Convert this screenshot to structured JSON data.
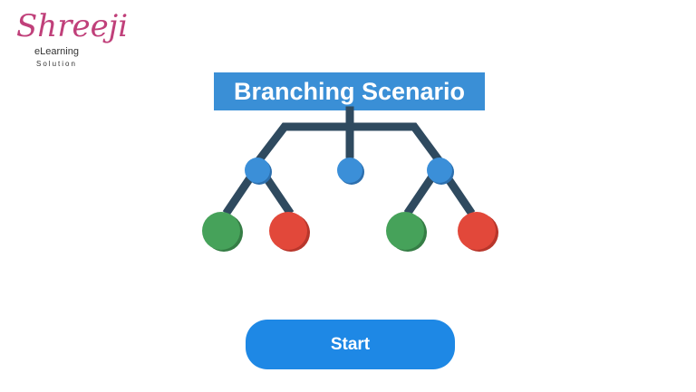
{
  "logo": {
    "script": "Shreeji",
    "line1": "eLearning",
    "line2": "Solution"
  },
  "title": "Branching Scenario",
  "start_button": {
    "label": "Start"
  },
  "colors": {
    "title_bg": "#3a8fd6",
    "branch_line": "#2f4a5f",
    "node_blue": "#3b8fd8",
    "node_green": "#46a25a",
    "node_red": "#e2483a",
    "button_bg": "#1e88e5",
    "logo_pink": "#c0407a"
  },
  "diagram": {
    "icon": "branching-tree-icon",
    "decision_nodes": 3,
    "outcome_nodes": [
      "green",
      "red",
      "green",
      "red"
    ]
  }
}
